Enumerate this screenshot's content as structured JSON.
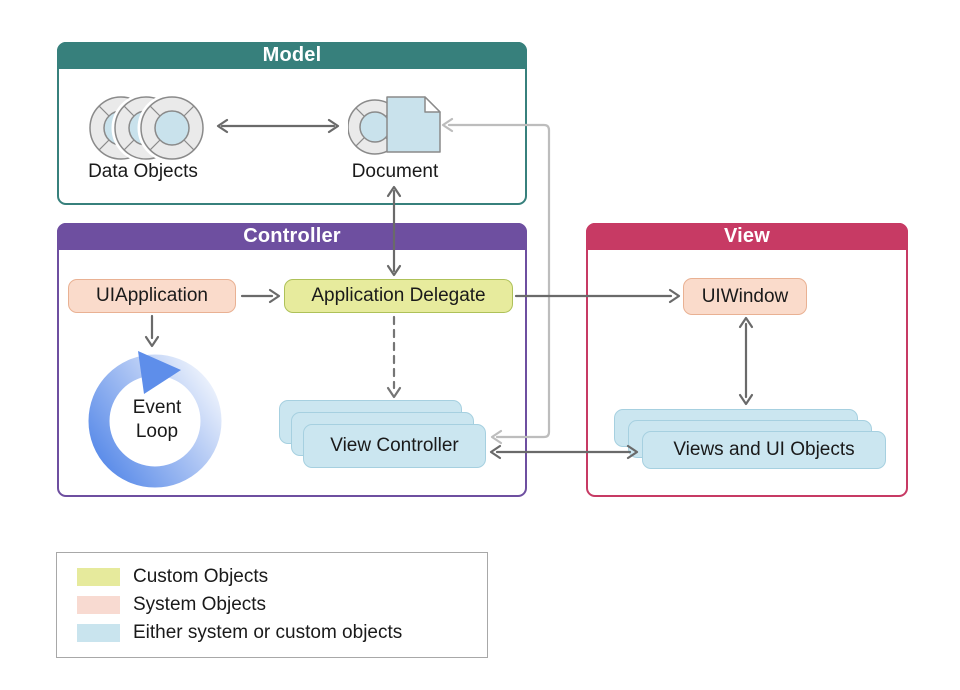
{
  "groups": {
    "model": {
      "title": "Model",
      "accent": "#37807C",
      "data_objects_label": "Data Objects",
      "document_label": "Document"
    },
    "controller": {
      "title": "Controller",
      "accent": "#6E4FA0",
      "uiapplication_label": "UIApplication",
      "application_delegate_label": "Application Delegate",
      "event_loop_label": "Event Loop",
      "view_controller_label": "View Controller"
    },
    "view": {
      "title": "View",
      "accent": "#C73A64",
      "uiwindow_label": "UIWindow",
      "views_ui_objects_label": "Views and UI Objects"
    }
  },
  "legend": {
    "items": [
      {
        "label": "Custom Objects",
        "swatch": "#E6EA9C"
      },
      {
        "label": "System Objects",
        "swatch": "#F8DAD1"
      },
      {
        "label": "Either system or custom objects",
        "swatch": "#C9E4EE"
      }
    ]
  },
  "icons": {
    "data_objects": "three-overlapping-donut-circles",
    "document": "donut-circle-with-page",
    "event_loop": "circular-arrow-loop"
  },
  "colors": {
    "custom_object_fill": "#E7EB9D",
    "system_object_fill": "#FADBCB",
    "either_object_fill": "#CBE6F0",
    "arrow_dark": "#6A6A6A",
    "arrow_light": "#BDBDBD",
    "event_loop_blue": "#5B8CE9"
  }
}
